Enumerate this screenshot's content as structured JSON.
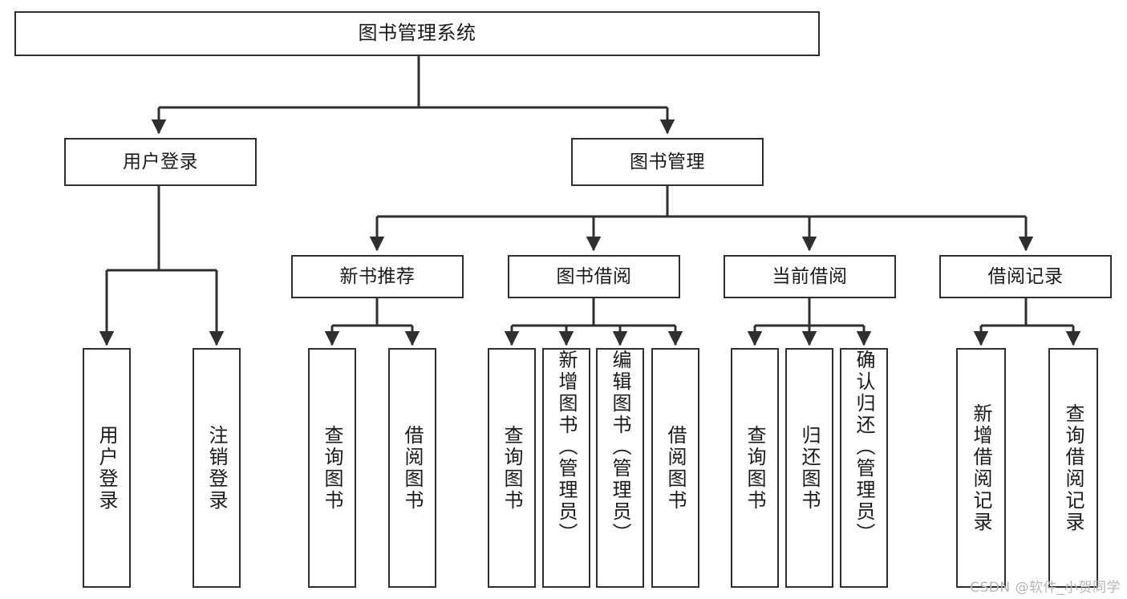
{
  "diagram": {
    "title": "图书管理系统",
    "watermark": "CSDN @软件_小贺同学",
    "stroke_color": "#2f2f2f",
    "background_color": "#ffffff",
    "text_color": "#1a1a1a",
    "watermark_color": "#b6b6b6",
    "levels": {
      "root": {
        "label": "图书管理系统"
      },
      "level2": [
        {
          "id": "user-login",
          "label": "用户登录"
        },
        {
          "id": "book-manage",
          "label": "图书管理"
        }
      ],
      "level3": [
        {
          "id": "new-book-recommend",
          "label": "新书推荐"
        },
        {
          "id": "book-borrow",
          "label": "图书借阅"
        },
        {
          "id": "current-borrow",
          "label": "当前借阅"
        },
        {
          "id": "borrow-record",
          "label": "借阅记录"
        }
      ],
      "leaves": {
        "user-login": [
          {
            "id": "leaf-user-login",
            "label": "用户登录"
          },
          {
            "id": "leaf-user-logout",
            "label": "注销登录"
          }
        ],
        "new-book-recommend": [
          {
            "id": "leaf-query-book-1",
            "label": "查询图书"
          },
          {
            "id": "leaf-borrow-book-1",
            "label": "借阅图书"
          }
        ],
        "book-borrow": [
          {
            "id": "leaf-query-book-2",
            "label": "查询图书"
          },
          {
            "id": "leaf-add-book",
            "label": "新增图书（管理员）"
          },
          {
            "id": "leaf-edit-book",
            "label": "编辑图书（管理员）"
          },
          {
            "id": "leaf-borrow-book-2",
            "label": "借阅图书"
          }
        ],
        "current-borrow": [
          {
            "id": "leaf-query-book-3",
            "label": "查询图书"
          },
          {
            "id": "leaf-return-book",
            "label": "归还图书"
          },
          {
            "id": "leaf-confirm-return",
            "label": "确认归还（管理员）"
          }
        ],
        "borrow-record": [
          {
            "id": "leaf-add-record",
            "label": "新增借阅记录"
          },
          {
            "id": "leaf-query-record",
            "label": "查询借阅记录"
          }
        ]
      }
    }
  }
}
